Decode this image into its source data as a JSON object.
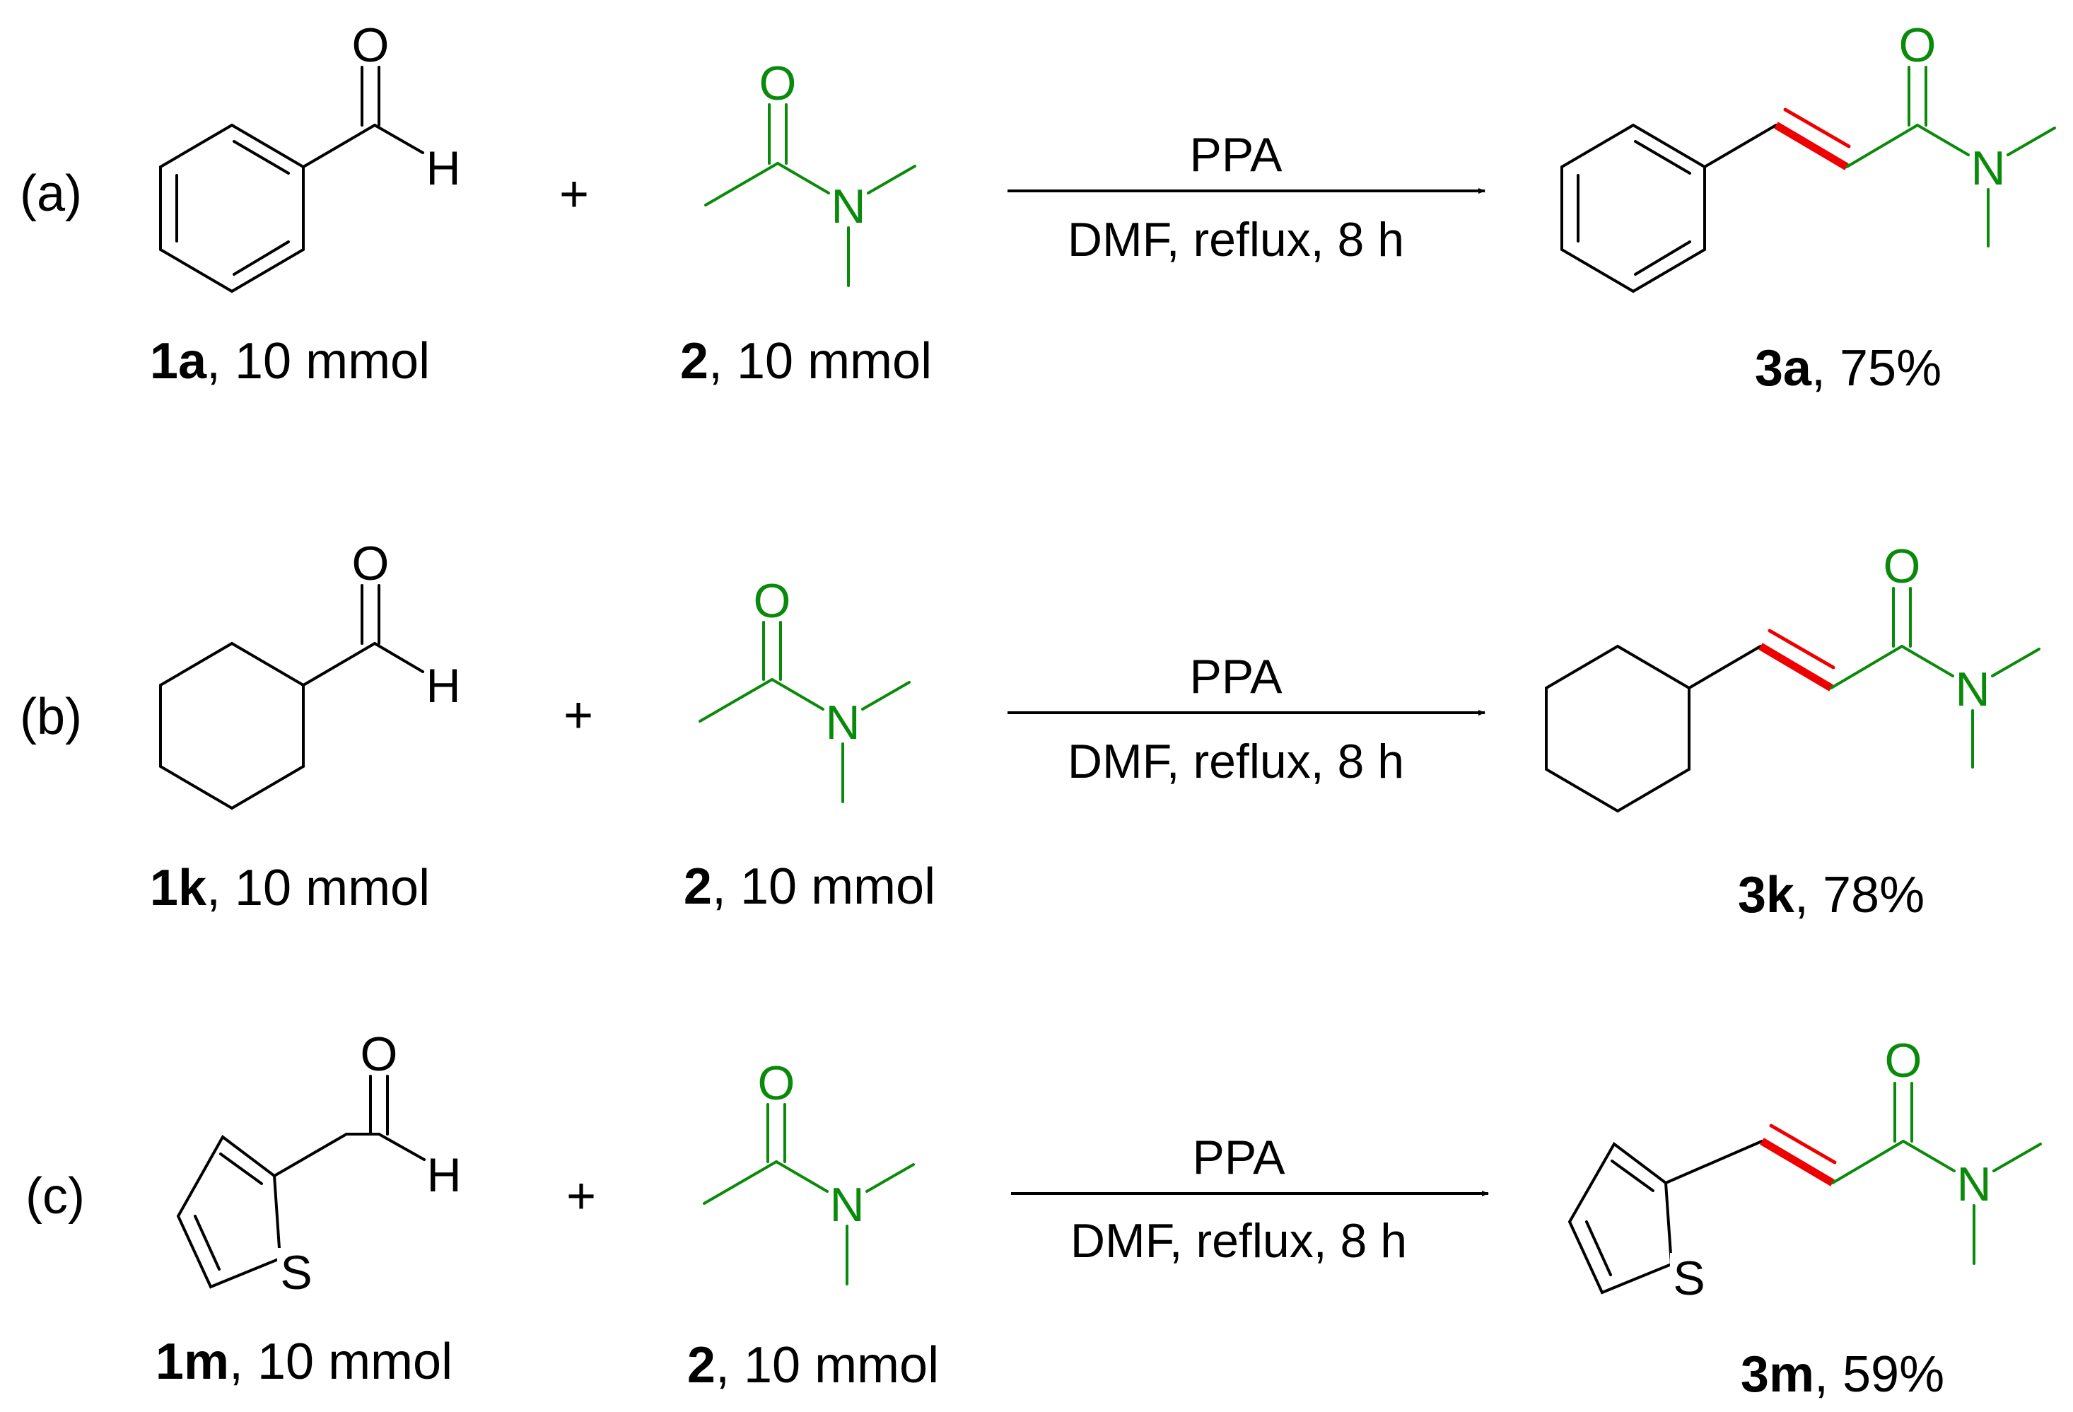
{
  "atoms": {
    "oxygen": "O",
    "hydrogen": "H",
    "nitrogen": "N",
    "sulfur": "S"
  },
  "plus": "+",
  "colors": {
    "reagent": "#0a8a0a",
    "new_bond": "#ee0000",
    "ink": "#000000"
  },
  "reactions": [
    {
      "label": "(a)",
      "reactant1": {
        "id": "1a",
        "amount": ", 10 mmol"
      },
      "reactant2": {
        "id": "2",
        "amount": ", 10 mmol"
      },
      "conditions": {
        "above": "PPA",
        "below": "DMF, reflux, 8 h"
      },
      "product": {
        "id": "3a",
        "yield": ", 75%"
      }
    },
    {
      "label": "(b)",
      "reactant1": {
        "id": "1k",
        "amount": ", 10 mmol"
      },
      "reactant2": {
        "id": "2",
        "amount": ", 10 mmol"
      },
      "conditions": {
        "above": "PPA",
        "below": "DMF, reflux, 8 h"
      },
      "product": {
        "id": "3k",
        "yield": ", 78%"
      }
    },
    {
      "label": "(c)",
      "reactant1": {
        "id": "1m",
        "amount": ", 10 mmol"
      },
      "reactant2": {
        "id": "2",
        "amount": ", 10 mmol"
      },
      "conditions": {
        "above": "PPA",
        "below": "DMF, reflux, 8 h"
      },
      "product": {
        "id": "3m",
        "yield": ", 59%"
      }
    }
  ]
}
